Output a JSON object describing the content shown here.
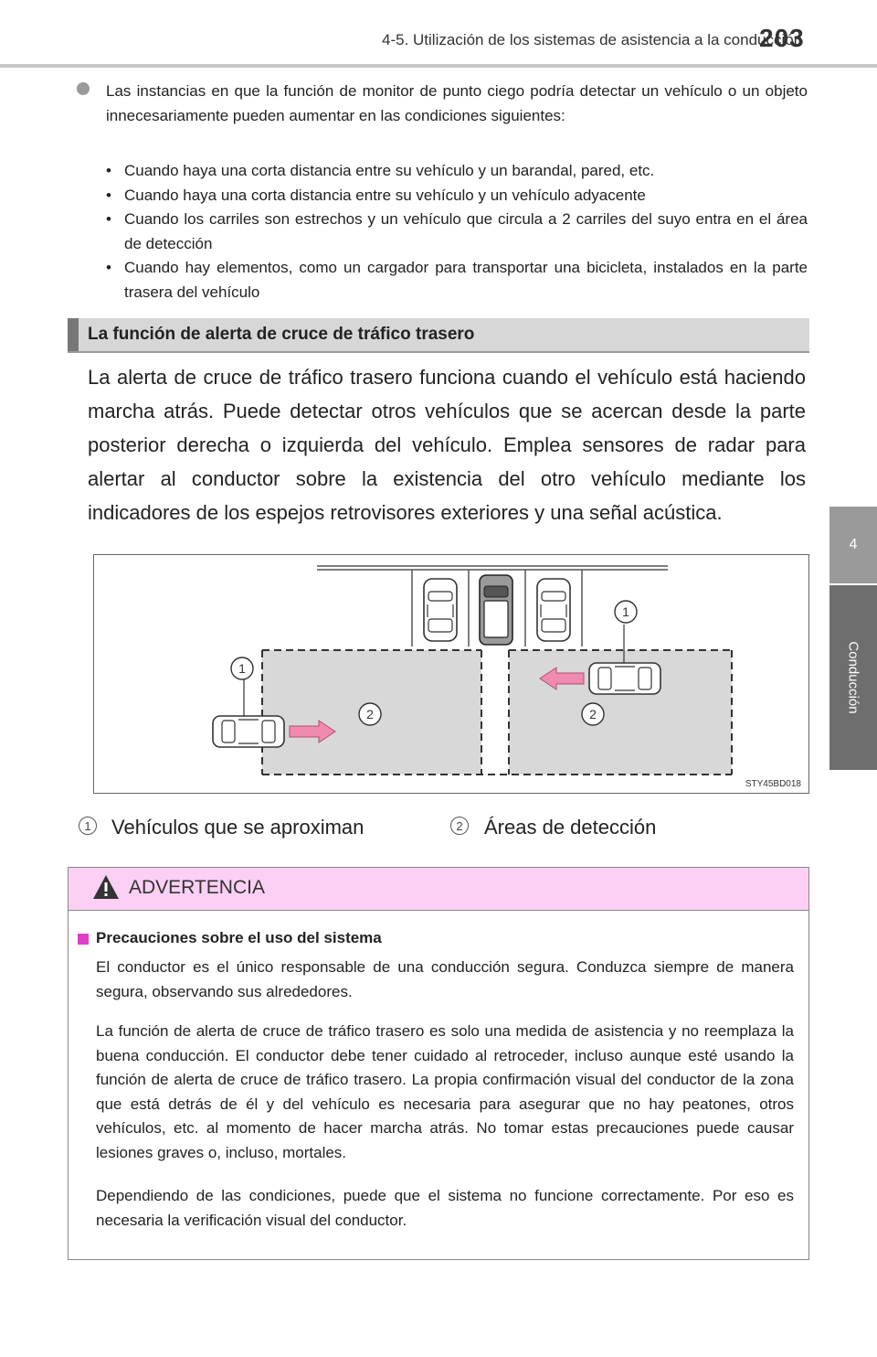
{
  "header": {
    "section_title": "4-5. Utilización de los sistemas de asistencia a la conducción",
    "page_number": "203"
  },
  "side_tab": {
    "chapter_number": "4",
    "chapter_label": "Conducción"
  },
  "bullet": {
    "text": "Las instancias en que la función de monitor de punto ciego podría detectar un vehículo o un objeto innecesariamente pueden aumentar en las condiciones siguientes:",
    "items": [
      "Cuando haya una corta distancia entre su vehículo y un barandal, pared, etc.",
      "Cuando haya una corta distancia entre su vehículo y un vehículo adyacente",
      "Cuando los carriles son estrechos y un vehículo que circula a 2 carriles del suyo entra en el área de detección",
      "Cuando hay elementos, como un cargador para transportar una bicicleta, instalados en la parte trasera del vehículo"
    ]
  },
  "section": {
    "heading": "La función de alerta de cruce de tráfico trasero",
    "intro": "La alerta de cruce de tráfico trasero funciona cuando el vehículo está haciendo marcha atrás. Puede detectar otros vehículos que se acercan desde la parte posterior derecha o izquierda del vehículo. Emplea sensores de radar para alertar al conductor sobre la existencia del otro vehículo mediante los indicadores de los espejos retrovisores exteriores y una señal acústica."
  },
  "figure": {
    "code": "STY45BD018",
    "callout_1": "1",
    "callout_2": "2"
  },
  "legend": {
    "items": [
      {
        "number": "1",
        "label": "Vehículos que se aproximan"
      },
      {
        "number": "2",
        "label": "Áreas de detección"
      }
    ]
  },
  "colors": {
    "warning_header": "#fcd0f4",
    "warning_square": "#e03ec8",
    "arrow": "#f08ab0",
    "detection_area": "#d8d8d8"
  },
  "warning": {
    "title": "ADVERTENCIA",
    "subheading": "Precauciones sobre el uso del sistema",
    "paragraphs": [
      "El conductor es el único responsable de una conducción segura. Conduzca siempre de manera segura, observando sus alrededores.",
      "La función de alerta de cruce de tráfico trasero es solo una medida de asistencia y no reemplaza la buena conducción. El conductor debe tener cuidado al retroceder, incluso aunque esté usando la función de alerta de cruce de tráfico trasero. La propia confirmación visual del conductor de la zona que está detrás de él y del vehículo es necesaria para asegurar que no hay peatones, otros vehículos, etc. al momento de hacer marcha atrás. No tomar estas precauciones puede causar lesiones graves o, incluso, mortales.",
      "Dependiendo de las condiciones, puede que el sistema no funcione correctamente. Por eso es necesaria la verificación visual del conductor."
    ]
  }
}
